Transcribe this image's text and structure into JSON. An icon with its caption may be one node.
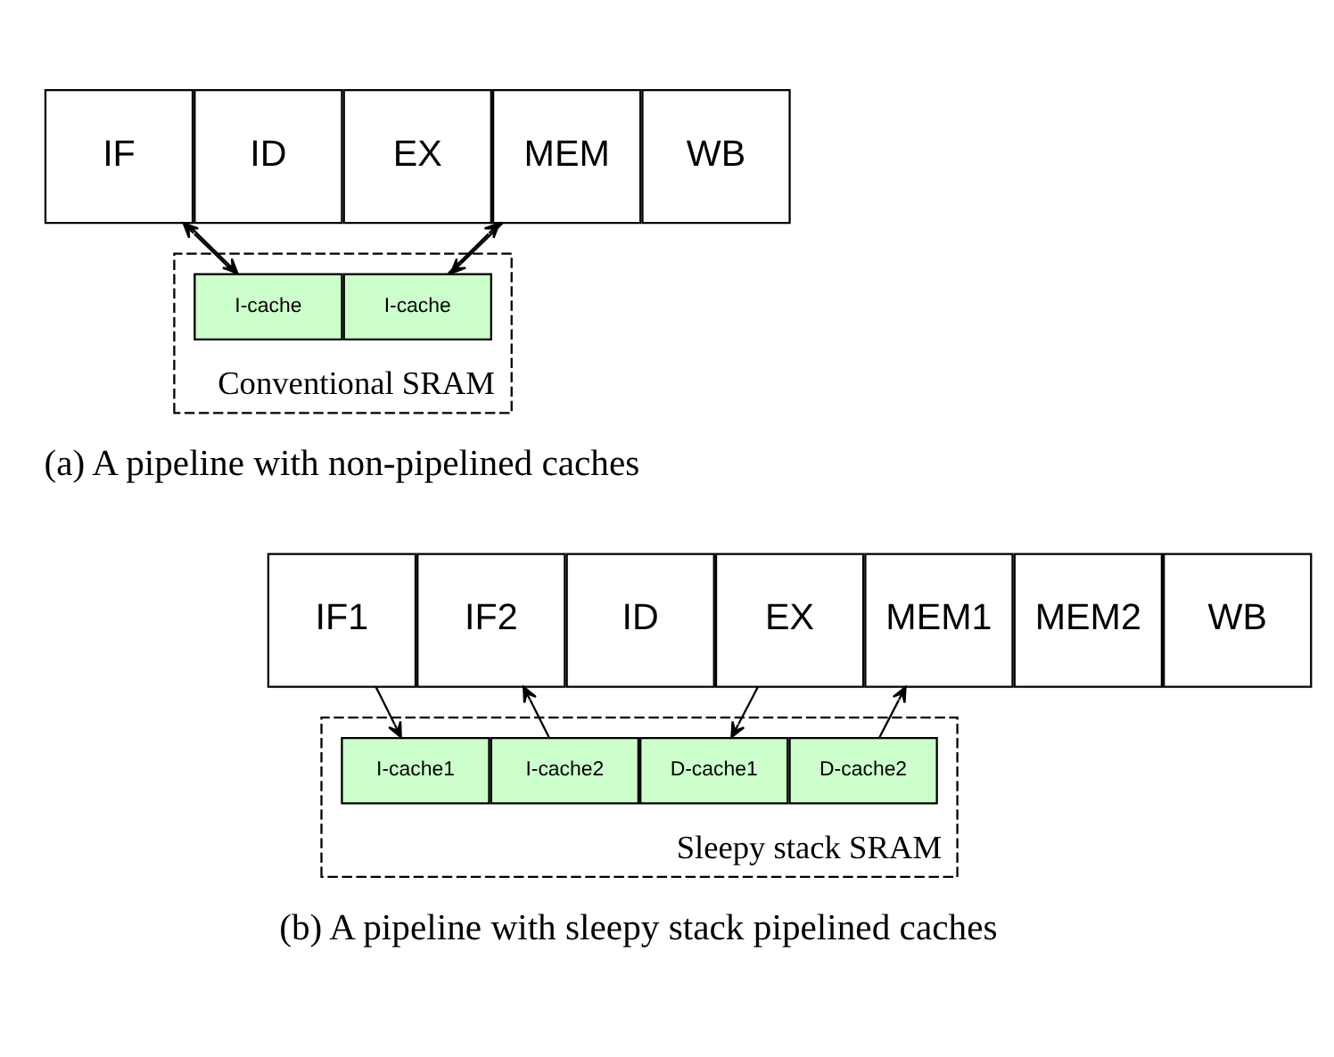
{
  "diagram": {
    "nodes": [
      {
        "text": [
          "IF"
        ]
      },
      {
        "text": [
          "ID"
        ]
      },
      {
        "text": [
          "EX"
        ]
      },
      {
        "text": [
          "MEM"
        ]
      },
      {
        "text": [
          "WB"
        ]
      },
      {
        "text": [
          "Conventional SRAM"
        ]
      },
      {
        "text": [
          "I-cache"
        ],
        "in": 5
      },
      {
        "text": [
          "I-cache"
        ],
        "in": 5
      },
      {
        "text": [
          "IF1"
        ]
      },
      {
        "text": [
          "IF2"
        ]
      },
      {
        "text": [
          "ID"
        ]
      },
      {
        "text": [
          "EX"
        ]
      },
      {
        "text": [
          "MEM1"
        ]
      },
      {
        "text": [
          "MEM2"
        ]
      },
      {
        "text": [
          "WB"
        ]
      },
      {
        "text": [
          "Sleepy stack SRAM"
        ]
      },
      {
        "text": [
          "I-cache1"
        ],
        "in": 15
      },
      {
        "text": [
          "I-cache2"
        ],
        "in": 15
      },
      {
        "text": [
          "D-cache1"
        ],
        "in": 15
      },
      {
        "text": [
          "D-cache2"
        ],
        "in": 15
      }
    ],
    "edges": [
      {
        "from": 0,
        "to": 6,
        "arrow": "to"
      },
      {
        "from": 6,
        "to": 0,
        "arrow": "to"
      },
      {
        "from": 3,
        "to": 7,
        "arrow": "to"
      },
      {
        "from": 7,
        "to": 3,
        "arrow": "to"
      },
      {
        "from": 8,
        "to": 16,
        "arrow": "to"
      },
      {
        "from": 17,
        "to": 9,
        "arrow": "to"
      },
      {
        "from": 11,
        "to": 18,
        "arrow": "to"
      },
      {
        "from": 19,
        "to": 12,
        "arrow": "to"
      }
    ],
    "labels": [
      "(a) A pipeline with non-pipelined caches",
      "(b) A pipeline with sleepy stack pipelined caches"
    ]
  }
}
